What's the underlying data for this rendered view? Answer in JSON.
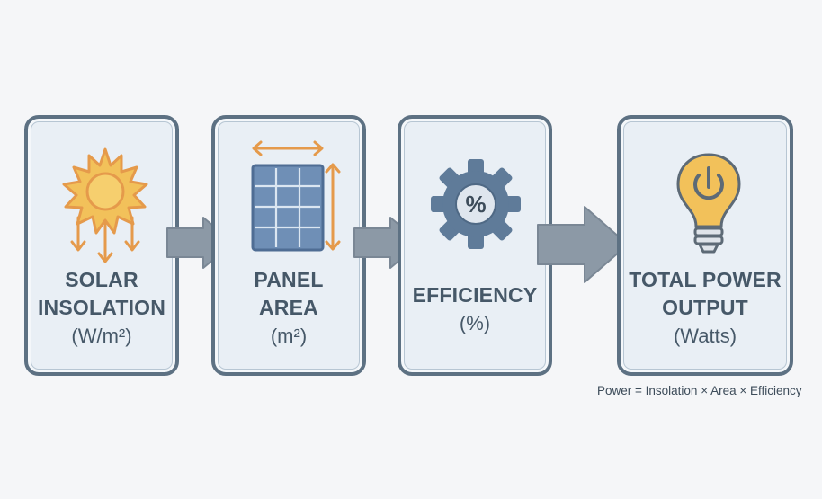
{
  "steps": [
    {
      "title_lines": [
        "SOLAR",
        "INSOLATION"
      ],
      "unit": "(W/m²)",
      "icon": "sun-with-rays-icon"
    },
    {
      "title_lines": [
        "PANEL",
        "AREA"
      ],
      "unit": "(m²)",
      "icon": "solar-panel-grid-icon"
    },
    {
      "title_lines": [
        "EFFICIENCY"
      ],
      "unit": "(%)",
      "icon": "gear-percent-icon"
    },
    {
      "title_lines": [
        "TOTAL POWER",
        "OUTPUT"
      ],
      "unit": "(Watts)",
      "icon": "lightbulb-power-icon"
    }
  ],
  "formula": "Power = Insolation × Area × Efficiency",
  "icon_glyphs": {
    "percent": "%"
  },
  "colors": {
    "box_border": "#5d7183",
    "box_fill": "#e9eff5",
    "arrow": "#8c99a6",
    "sun": "#f2c15a",
    "ray_orange": "#e59a4b",
    "panel_blue": "#5a7ea8",
    "gear": "#5f7b99",
    "bulb": "#f2c15a",
    "text": "#465868"
  }
}
